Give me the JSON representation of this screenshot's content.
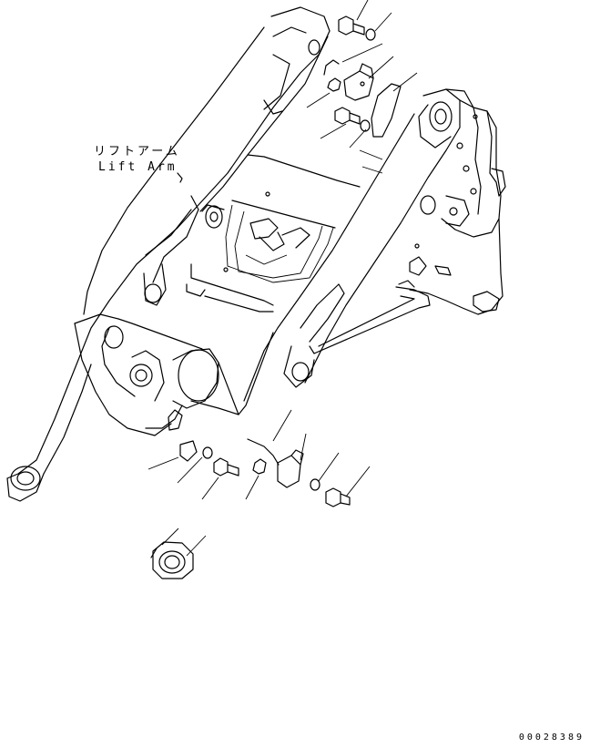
{
  "labels": {
    "lift_arm_jp": "リフトアーム",
    "lift_arm_en": "Lift Arm"
  },
  "drawing_number": "00028389",
  "colors": {
    "line": "#000000",
    "background": "#ffffff"
  }
}
